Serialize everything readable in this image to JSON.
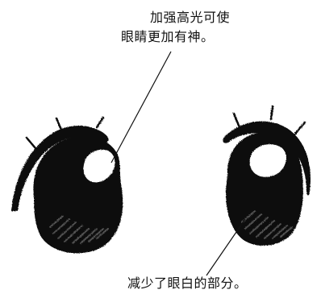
{
  "annotations": {
    "top_line1": "加强高光可使",
    "top_line2": "眼睛更加有神。",
    "bottom": "减少了眼白的部分。"
  }
}
